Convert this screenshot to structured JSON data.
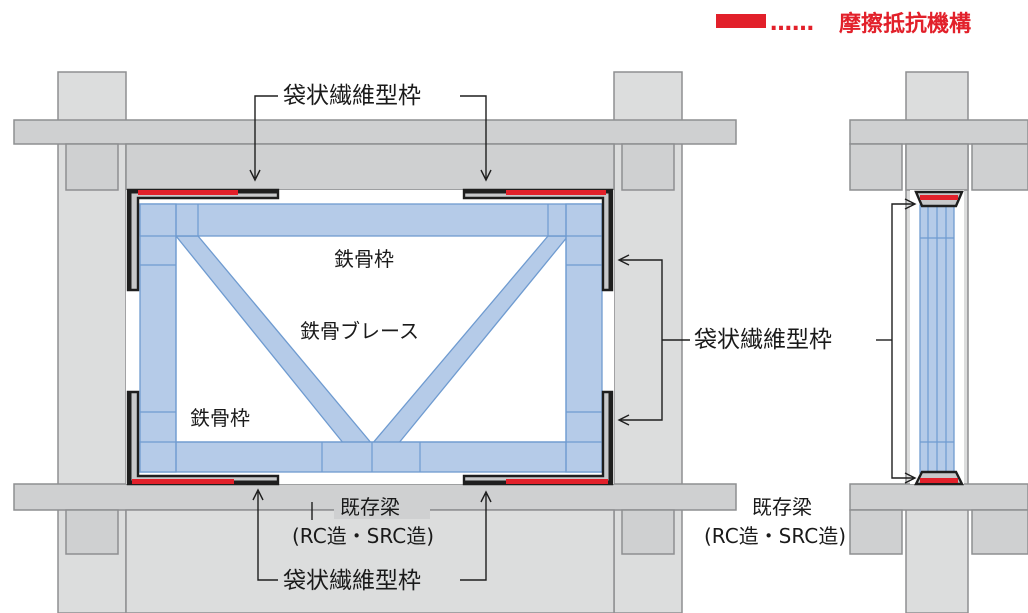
{
  "legend": {
    "color": "#e2202a",
    "dots": "……",
    "label": "摩擦抵抗機構"
  },
  "labels": {
    "fiber_top": "袋状繊維型枠",
    "fiber_right": "袋状繊維型枠",
    "fiber_bottom": "袋状繊維型枠",
    "steel_frame_top": "鉄骨枠",
    "steel_frame_bottom": "鉄骨枠",
    "steel_brace": "鉄骨ブレース",
    "beam_left_line1": "既存梁",
    "beam_left_line2": "(RC造・SRC造)",
    "beam_right_line1": "既存梁",
    "beam_right_line2": "(RC造・SRC造)"
  },
  "colors": {
    "concrete": "#cfd0d1",
    "steel": "#b5cbe8",
    "friction": "#e2202a",
    "formwork": "#c7c8ca"
  }
}
